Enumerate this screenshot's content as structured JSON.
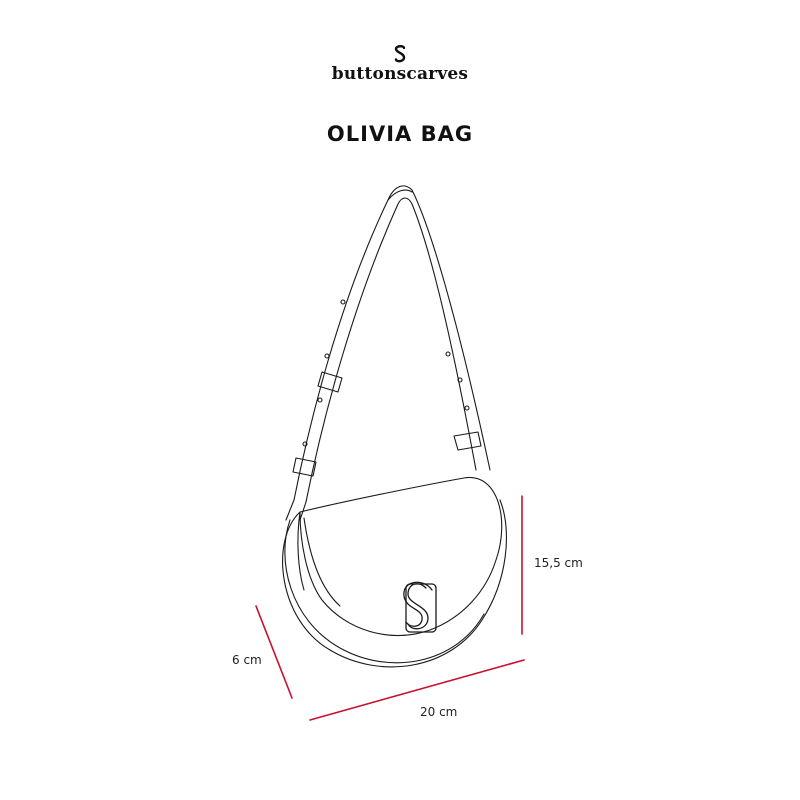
{
  "brand": {
    "name": "buttonscarves",
    "logo_icon": "s-monogram-icon"
  },
  "title": "OLIVIA BAG",
  "dimensions": {
    "height": "15,5 cm",
    "depth": "6 cm",
    "width": "20 cm"
  },
  "colors": {
    "dimension_line": "#c8102e",
    "outline": "#1a1a1a"
  }
}
